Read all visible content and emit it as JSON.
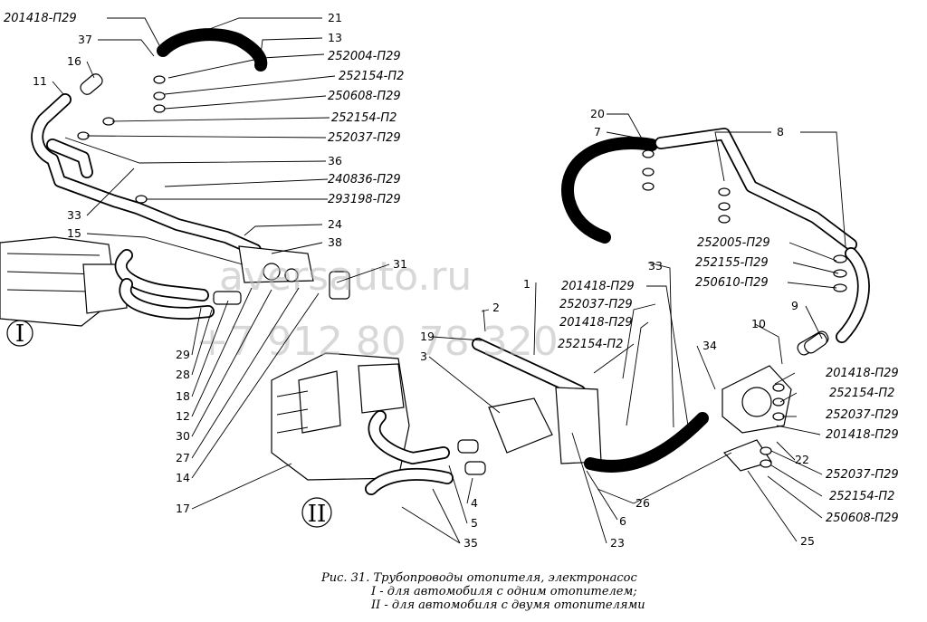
{
  "callouts": [
    "201418-П29",
    "37",
    "16",
    "11",
    "21",
    "13",
    "252004-П29",
    "252154-П2",
    "250608-П29",
    "252154-П2",
    "252037-П29",
    "36",
    "240836-П29",
    "293198-П29",
    "33",
    "24",
    "15",
    "38",
    "31",
    "29",
    "28",
    "18",
    "12",
    "30",
    "27",
    "14",
    "17",
    "20",
    "7",
    "8",
    "252005-П29",
    "252155-П29",
    "250610-П29",
    "9",
    "10",
    "33",
    "1",
    "201418-П29",
    "252037-П29",
    "201418-П29",
    "252154-П2",
    "2",
    "19",
    "3",
    "34",
    "201418-П29",
    "252154-П2",
    "252037-П29",
    "201418-П29",
    "22",
    "252037-П29",
    "252154-П2",
    "250608-П29",
    "26",
    "6",
    "4",
    "5",
    "35",
    "23",
    "25"
  ],
  "roman_marks": {
    "one": "I",
    "two": "II"
  },
  "watermark": {
    "site": "aversauto.ru",
    "phone": "+7 912 80 78 320"
  },
  "caption": {
    "line1": "Рис. 31. Трубопроводы отопителя, электронасос",
    "line2": "I - для автомобиля с одним отопителем;",
    "line3": "II - для автомобиля с двумя отопителями"
  }
}
